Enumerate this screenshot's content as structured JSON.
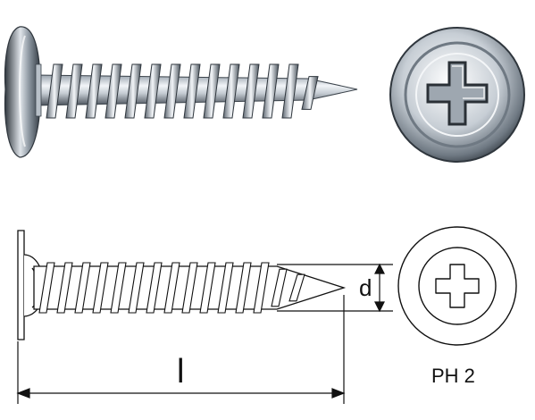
{
  "labels": {
    "length": "l",
    "diameter": "d",
    "drive": "PH 2"
  },
  "colors": {
    "steel_light": "#e9edf2",
    "steel_mid": "#9aa4ae",
    "steel_dark": "#3b434b",
    "line": "#111111"
  }
}
